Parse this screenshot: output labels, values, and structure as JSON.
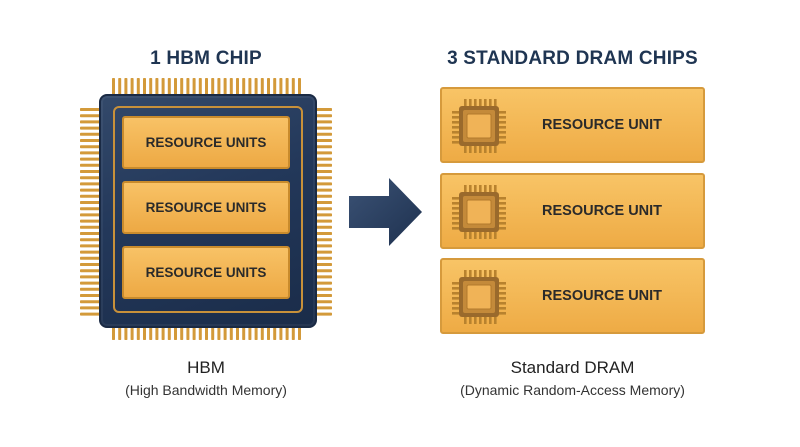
{
  "left": {
    "heading": "1 HBM CHIP",
    "units": [
      "RESOURCE UNITS",
      "RESOURCE UNITS",
      "RESOURCE UNITS"
    ],
    "caption": "HBM",
    "caption_sub": "(High Bandwidth Memory)"
  },
  "right": {
    "heading": "3 STANDARD DRAM CHIPS",
    "units": [
      "RESOURCE UNIT",
      "RESOURCE UNIT",
      "RESOURCE UNIT"
    ],
    "caption": "Standard DRAM",
    "caption_sub": "(Dynamic Random-Access Memory)"
  },
  "colors": {
    "navy": "#23385a",
    "gold": "#eda944",
    "pin": "#d39a3a",
    "text": "#2a2a2a"
  },
  "icons": [
    "hbm-chip-icon",
    "right-arrow-icon",
    "dram-chip-icon"
  ]
}
